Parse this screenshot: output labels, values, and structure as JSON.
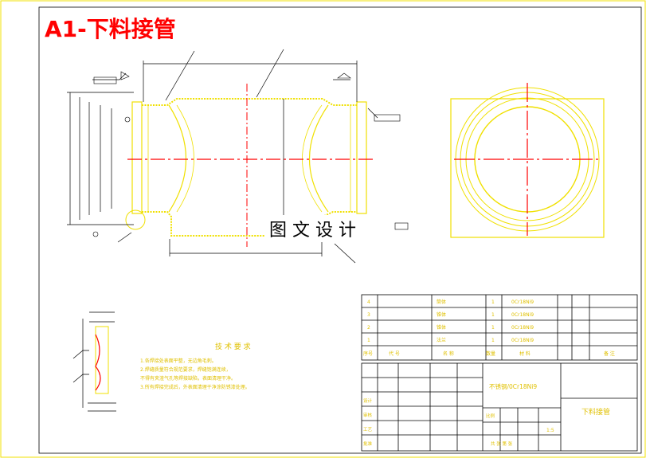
{
  "title": "A1-下料接管",
  "watermark": "图 文 设 计",
  "tech_title": "技 术 要 求",
  "tech_lines": [
    "1.各焊接处表面平整，无边角毛刺。",
    "2.焊缝质量符合规范要求，焊缝饱满连续，",
    "  不得有夹渣气孔等焊接缺陷，表面清理干净。",
    "3.所有焊接完成后，外表面清理干净涂防锈漆处理。"
  ],
  "bom_rows": [
    {
      "no": "4",
      "name": "筒体",
      "qty": "1",
      "mat": "0Cr18Ni9"
    },
    {
      "no": "3",
      "name": "锥体",
      "qty": "1",
      "mat": "0Cr18Ni9"
    },
    {
      "no": "2",
      "name": "锥体",
      "qty": "1",
      "mat": "0Cr18Ni9"
    },
    {
      "no": "1",
      "name": "法兰",
      "qty": "1",
      "mat": "0Cr18Ni9"
    }
  ],
  "bom_header": {
    "no": "序号",
    "code": "代 号",
    "name": "名 称",
    "qty": "数量",
    "mat": "材 料",
    "note": "备 注"
  },
  "title_block": {
    "material": "不锈钢/0Cr18Ni9",
    "part_name": "下料接管",
    "scale_label": "比例",
    "scale": "1:5",
    "design": "设计",
    "check": "审核",
    "approve": "批准",
    "process": "工艺",
    "sheet": "共 张 第 张"
  },
  "colors": {
    "border": "#f0e000",
    "geometry": "#f0e000",
    "centerline": "#ff0000",
    "title": "#ff0000",
    "dimension": "#000000",
    "table_line": "#000000",
    "text_yellow": "#e0c000"
  }
}
